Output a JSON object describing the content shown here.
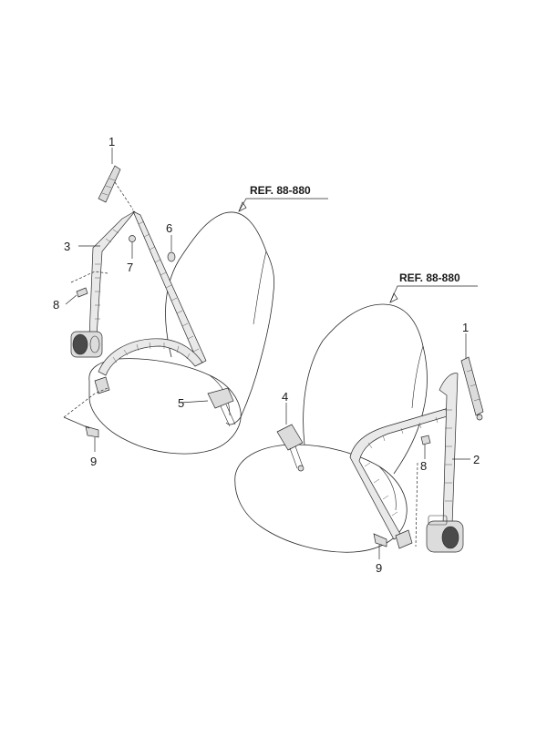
{
  "callouts": {
    "left_1": "1",
    "left_3": "3",
    "left_6": "6",
    "left_7": "7",
    "left_8": "8",
    "left_5": "5",
    "left_9": "9",
    "right_4": "4",
    "right_1": "1",
    "right_2": "2",
    "right_8": "8",
    "right_9": "9"
  },
  "references": {
    "left_seat": "REF. 88-880",
    "right_seat": "REF. 88-880"
  }
}
